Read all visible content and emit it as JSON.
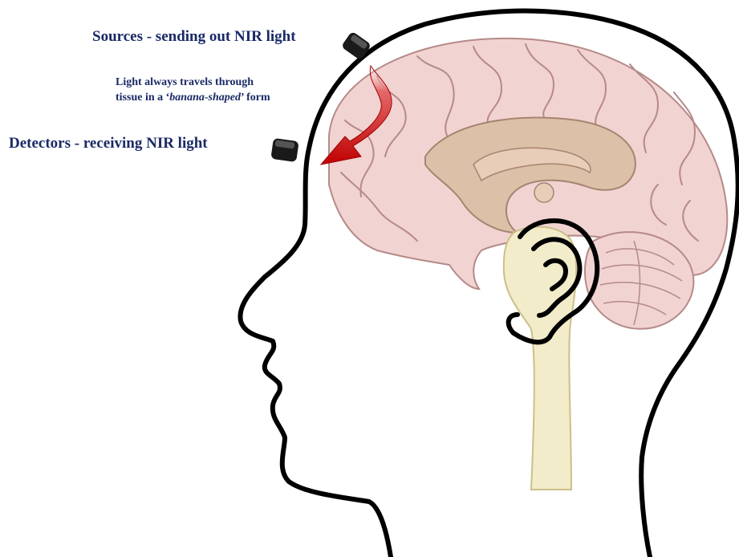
{
  "labels": {
    "sources": "Sources - sending out NIR light",
    "detectors": "Detectors - receiving NIR light",
    "note_line1": "Light always travels through",
    "note_line2_pre": "tissue in a ‘",
    "note_line2_em": "banana-shaped",
    "note_line2_post": "’ form"
  },
  "colors": {
    "label_text": "#1a2a66",
    "head_outline": "#000000",
    "brain_cortex": "#f1d3d2",
    "brain_inner": "#dcc0a8",
    "brainstem": "#f3ecca",
    "arrow": "#cc0000",
    "optode": "#1a1a1a"
  },
  "icons": {
    "source": "optode-source-icon",
    "detector": "optode-detector-icon",
    "arrow": "curved-arrow-icon",
    "ear": "ear-icon"
  }
}
